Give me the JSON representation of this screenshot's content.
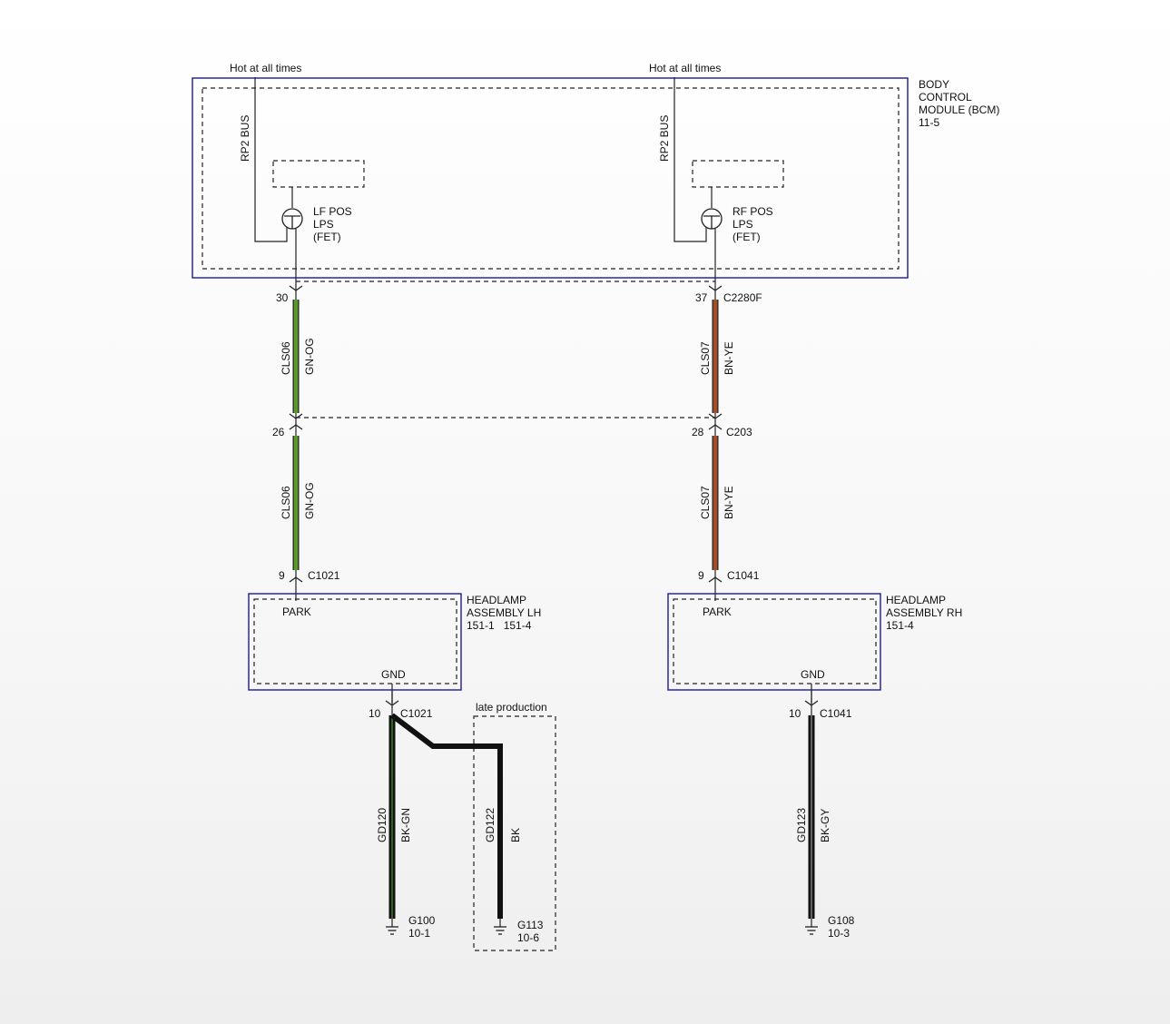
{
  "colors": {
    "module_outline": "#1a1a9a",
    "wire_gn_og": "#5a9a2a",
    "wire_bn_ye": "#a0502a",
    "wire_black": "#111111",
    "wire_bk_gn_stripe": "#3a7a2a",
    "wire_bk_gy_stripe": "#777777"
  },
  "bcm": {
    "label_lines": [
      "BODY",
      "CONTROL",
      "MODULE (BCM)",
      "11-5"
    ],
    "left": {
      "supply": "Hot at all times",
      "bus": "RP2 BUS",
      "fet_lines": [
        "LF POS",
        "LPS",
        "(FET)"
      ],
      "pin": "30"
    },
    "right": {
      "supply": "Hot at all times",
      "bus": "RP2 BUS",
      "fet_lines": [
        "RF POS",
        "LPS",
        "(FET)"
      ],
      "pin": "37",
      "connector": "C2280F"
    }
  },
  "wires": {
    "left_upper": {
      "circuit": "CLS06",
      "color": "GN-OG"
    },
    "left_lower": {
      "circuit": "CLS06",
      "color": "GN-OG"
    },
    "right_upper": {
      "circuit": "CLS07",
      "color": "BN-YE"
    },
    "right_lower": {
      "circuit": "CLS07",
      "color": "BN-YE"
    },
    "ground_left": {
      "circuit": "GD120",
      "color": "BK-GN"
    },
    "ground_late": {
      "circuit": "GD122",
      "color": "BK"
    },
    "ground_right": {
      "circuit": "GD123",
      "color": "BK-GY"
    }
  },
  "inline_connector": {
    "left_pin": "26",
    "right_pin": "28",
    "name": "C203"
  },
  "headlamp_lh": {
    "label_lines": [
      "HEADLAMP",
      "ASSEMBLY LH",
      "151-1   151-4"
    ],
    "park": "PARK",
    "gnd": "GND",
    "top_pin": "9",
    "top_connector": "C1021",
    "bottom_pin": "10",
    "bottom_connector": "C1021"
  },
  "headlamp_rh": {
    "label_lines": [
      "HEADLAMP",
      "ASSEMBLY RH",
      "151-4"
    ],
    "park": "PARK",
    "gnd": "GND",
    "top_pin": "9",
    "top_connector": "C1041",
    "bottom_pin": "10",
    "bottom_connector": "C1041"
  },
  "late_production": {
    "label": "late production"
  },
  "grounds": {
    "g100": {
      "name": "G100",
      "ref": "10-1"
    },
    "g113": {
      "name": "G113",
      "ref": "10-6"
    },
    "g108": {
      "name": "G108",
      "ref": "10-3"
    }
  }
}
